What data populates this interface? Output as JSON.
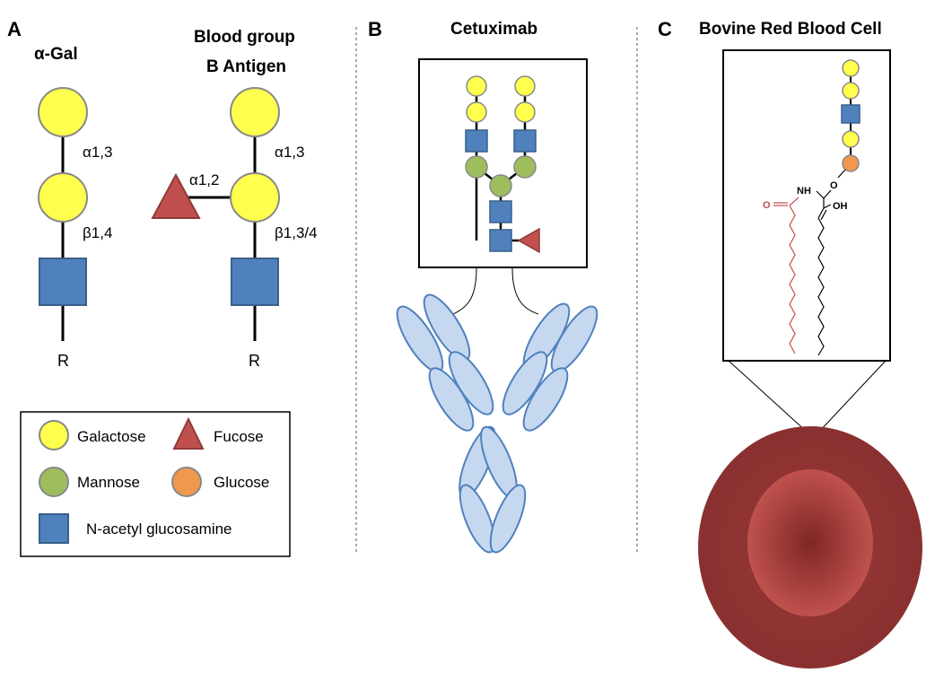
{
  "panels": {
    "a": {
      "letter": "A",
      "alpha_gal": {
        "title": "α-Gal",
        "link_top": "α1,3",
        "link_bottom": "β1,4",
        "r": "R"
      },
      "blood_group": {
        "title_line1": "Blood group",
        "title_line2": "B Antigen",
        "link_top": "α1,3",
        "link_side": "α1,2",
        "link_bottom": "β1,3/4",
        "r": "R"
      }
    },
    "b": {
      "letter": "B",
      "title": "Cetuximab"
    },
    "c": {
      "letter": "C",
      "title": "Bovine Red Blood Cell",
      "lipid_labels": {
        "nh": "NH",
        "o_link": "O",
        "oh": "OH",
        "carbonyl_o": "O"
      }
    }
  },
  "legend": {
    "galactose": "Galactose",
    "fucose": "Fucose",
    "mannose": "Mannose",
    "glucose": "Glucose",
    "glcnac": "N-acetyl glucosamine"
  },
  "colors": {
    "galactose": "#ffff4d",
    "mannose": "#9ebe5e",
    "glucose": "#f0984e",
    "fucose": "#c0504d",
    "glcnac": "#4f81bd",
    "antibody_fill": "#c5d8f0",
    "antibody_stroke": "#4f81bd",
    "rbc_outer": "#8e3333",
    "rbc_inner": "#b24a47",
    "chain_red": "#c0504d"
  },
  "icons": [
    "galactose-circle-icon",
    "fucose-triangle-icon",
    "mannose-circle-icon",
    "glucose-circle-icon",
    "glcnac-square-icon"
  ]
}
